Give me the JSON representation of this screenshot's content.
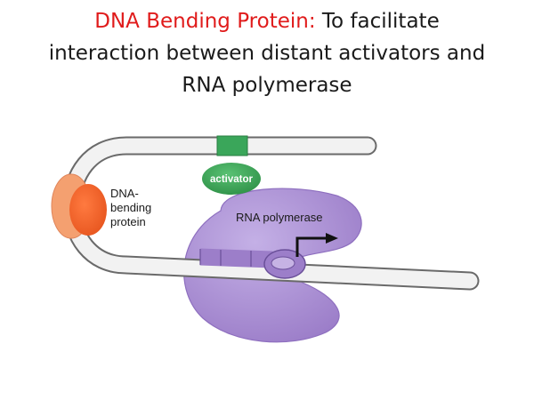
{
  "title": {
    "lead": "DNA Bending Protein:",
    "line1_rest": " To facilitate",
    "line2": "interaction between distant activators and",
    "line3": "RNA polymerase"
  },
  "labels": {
    "activator": "activator",
    "rna_polymerase": "RNA polymerase",
    "dna_bending_line1": "DNA-",
    "dna_bending_line2": "bending",
    "dna_bending_line3": "protein"
  },
  "colors": {
    "title_lead": "#e01b1b",
    "dna_fill": "#f2f2f2",
    "polymerase": "#a78bd0",
    "activator": "#3aa65a",
    "bending_protein": "#f0652a",
    "bending_halo": "#f4a070"
  }
}
